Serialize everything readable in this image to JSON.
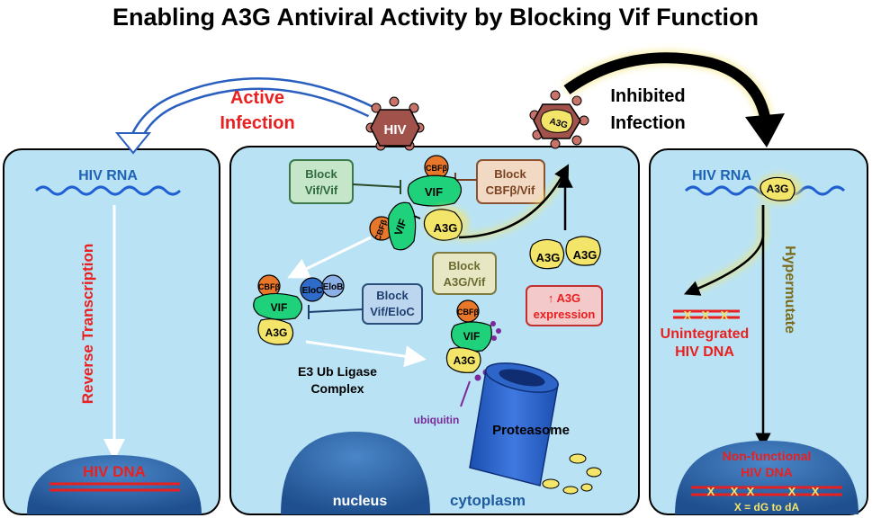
{
  "title": "Enabling A3G Antiviral Activity by Blocking Vif Function",
  "top": {
    "active_1": "Active",
    "active_2": "Infection",
    "inhibited_1": "Inhibited",
    "inhibited_2": "Infection",
    "hiv_label": "HIV",
    "a3g_label": "A3G"
  },
  "left_panel": {
    "hiv_rna": "HIV RNA",
    "reverse_transcription": "Reverse Transcription",
    "hiv_dna": "HIV DNA"
  },
  "middle_panel": {
    "block_vif_vif_1": "Block",
    "block_vif_vif_2": "Vif/Vif",
    "block_cbfb_vif_1": "Block",
    "block_cbfb_vif_2": "CBFβ/Vif",
    "block_a3g_vif_1": "Block",
    "block_a3g_vif_2": "A3G/Vif",
    "block_vif_eloc_1": "Block",
    "block_vif_eloc_2": "Vif/EloC",
    "a3g_expression_1": "↑ A3G",
    "a3g_expression_2": "expression",
    "cbfb": "CBFβ",
    "vif": "VIF",
    "a3g": "A3G",
    "eloc": "EloC",
    "elob": "EloB",
    "e3_1": "E3 Ub Ligase",
    "e3_2": "Complex",
    "ubiquitin": "ubiquitin",
    "proteasome": "Proteasome",
    "nucleus": "nucleus",
    "cytoplasm": "cytoplasm"
  },
  "right_panel": {
    "hiv_rna": "HIV RNA",
    "a3g": "A3G",
    "hypermutate": "Hypermutate",
    "unintegrated_1": "Unintegrated",
    "unintegrated_2": "HIV DNA",
    "nonfunctional_1": "Non-functional",
    "nonfunctional_2": "HIV DNA",
    "x_mark": "X",
    "legend": "X = dG to dA"
  },
  "colors": {
    "panel_fill": "#b9e3f5",
    "nucleus": "#2f6db3",
    "vif_green": "#1fd17a",
    "cbfb_orange": "#e8772a",
    "a3g_yellow": "#f3e46a",
    "hiv_brown": "#a0524b",
    "red_text": "#e8201f"
  }
}
